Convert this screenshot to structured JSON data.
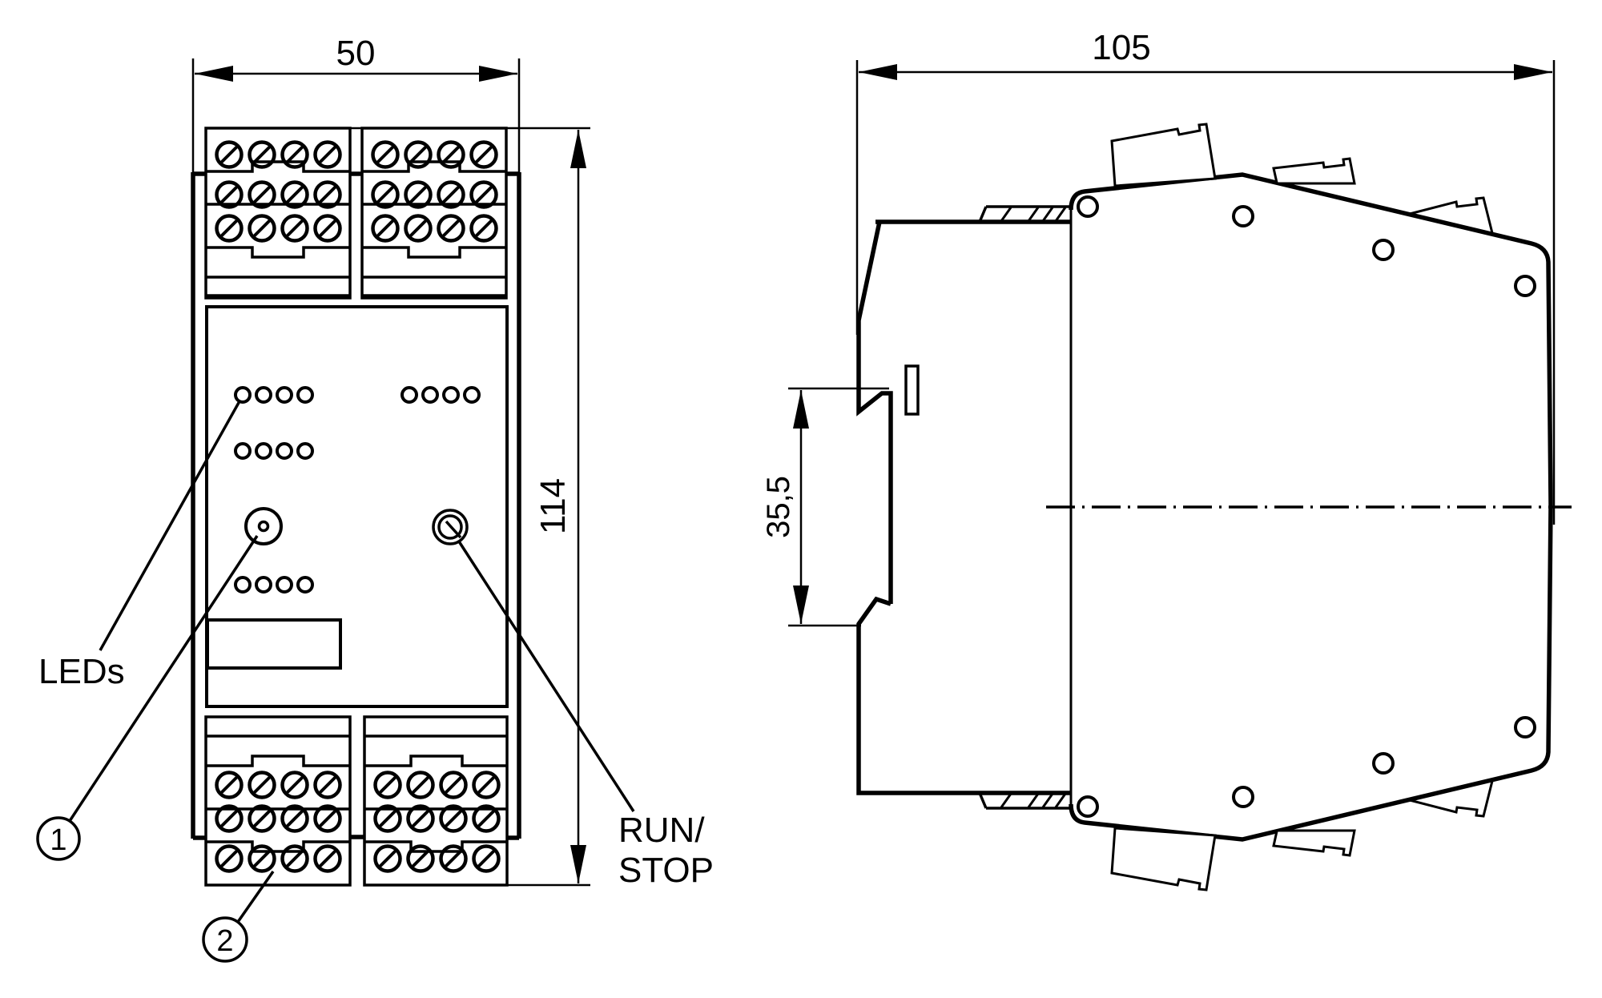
{
  "drawing": {
    "colors": {
      "background": "#ffffff",
      "ink": "#000000"
    },
    "front_view": {
      "width_dim": {
        "label": "50"
      },
      "height_dim": {
        "label": "114"
      },
      "leds_callout": {
        "label": "LEDs"
      },
      "run_stop_callout": {
        "line1": "RUN/",
        "line2": "STOP"
      },
      "marker_1": {
        "label": "1"
      },
      "marker_2": {
        "label": "2"
      }
    },
    "side_view": {
      "depth_dim": {
        "label": "105"
      },
      "rail_dim": {
        "label": "35,5"
      }
    }
  }
}
